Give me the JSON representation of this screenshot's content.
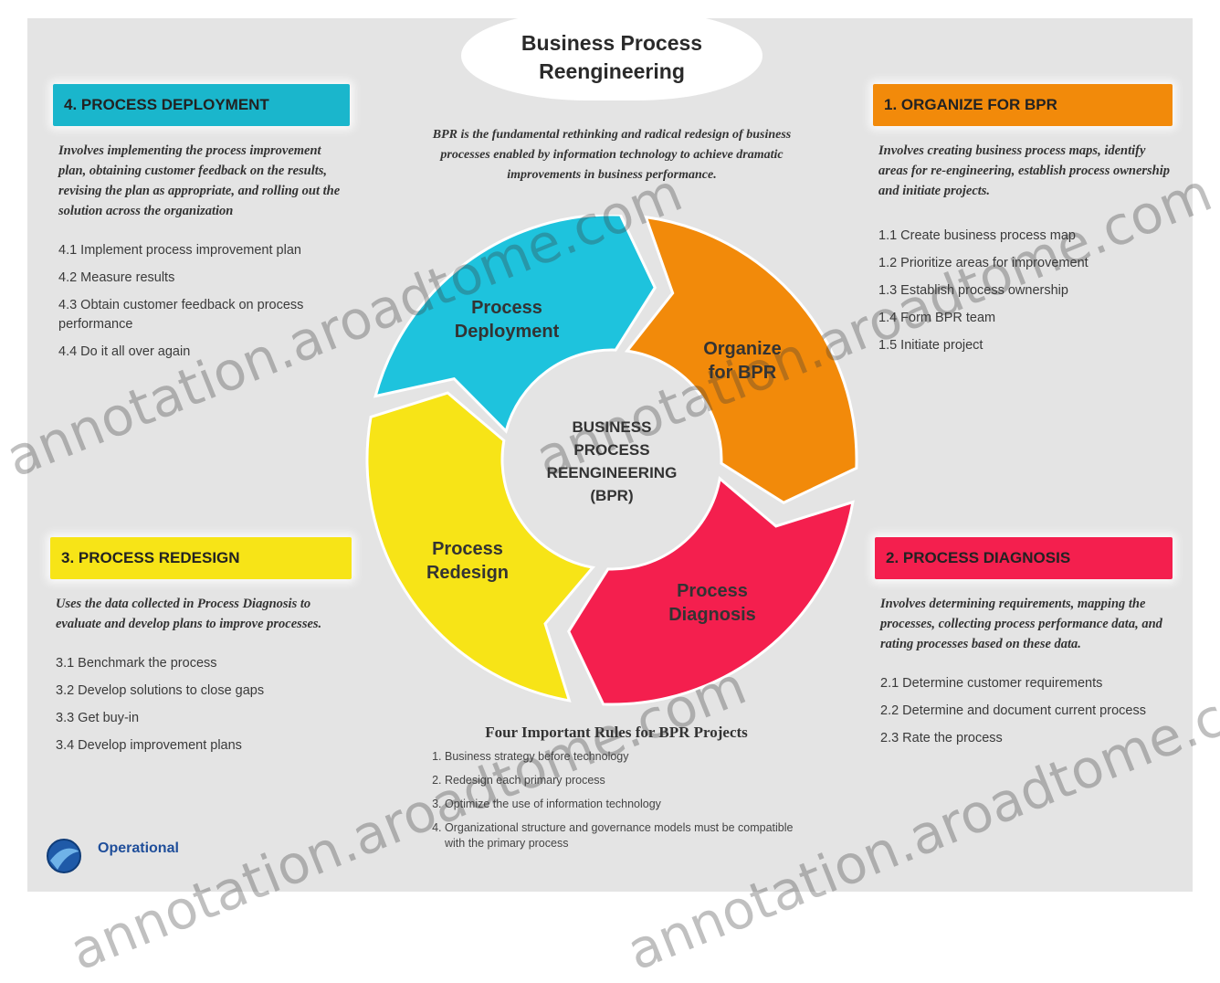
{
  "title": {
    "line1": "Business Process",
    "line2": "Reengineering"
  },
  "intro": "BPR is the fundamental rethinking and radical redesign of business processes enabled by information technology to achieve dramatic improvements in business performance.",
  "center_label": {
    "line1": "BUSINESS",
    "line2": "PROCESS",
    "line3": "REENGINEERING",
    "line4": "(BPR)"
  },
  "segments": [
    {
      "line1": "Process",
      "line2": "Deployment",
      "color": "#1ec3dd"
    },
    {
      "line1": "Organize",
      "line2": "for BPR",
      "color": "#f28a0a"
    },
    {
      "line1": "Process",
      "line2": "Diagnosis",
      "color": "#f41f4e"
    },
    {
      "line1": "Process",
      "line2": "Redesign",
      "color": "#f7e417"
    }
  ],
  "panels": {
    "deployment": {
      "header": "4. PROCESS DEPLOYMENT",
      "color": "#1ab6cc",
      "desc": "Involves implementing the process improvement plan, obtaining customer feedback on the results, revising the plan as appropriate, and rolling out the solution across the organization",
      "steps": [
        "4.1 Implement process improvement plan",
        "4.2 Measure results",
        "4.3 Obtain customer feedback on process performance",
        "4.4 Do it all over again"
      ]
    },
    "organize": {
      "header": "1. ORGANIZE FOR BPR",
      "color": "#f28a0a",
      "desc": "Involves creating business process maps, identify areas for re-engineering, establish process ownership and initiate projects.",
      "steps": [
        "1.1 Create business process map",
        "1.2 Prioritize areas for improvement",
        "1.3 Establish process ownership",
        "1.4 Form BPR team",
        "1.5 Initiate project"
      ]
    },
    "redesign": {
      "header": "3. PROCESS REDESIGN",
      "color": "#f7e417",
      "desc": "Uses the data collected in Process Diagnosis to evaluate and develop plans to improve processes.",
      "steps": [
        "3.1 Benchmark the process",
        "3.2 Develop solutions to close gaps",
        "3.3 Get buy-in",
        "3.4 Develop improvement plans"
      ]
    },
    "diagnosis": {
      "header": "2. PROCESS DIAGNOSIS",
      "color": "#f41f4e",
      "desc": "Involves determining requirements, mapping the processes, collecting process performance data, and rating processes based on these data.",
      "steps": [
        "2.1 Determine customer requirements",
        "2.2 Determine and document current process",
        "2.3 Rate the process"
      ]
    }
  },
  "rules": {
    "title": "Four Important Rules for BPR Projects",
    "items": [
      "Business strategy before technology",
      "Redesign each primary process",
      "Optimize the use of information technology",
      "Organizational structure and governance models must be compatible with the primary process"
    ]
  },
  "logo": {
    "text": "Operational"
  },
  "watermark": "annotation.aroadtome.com"
}
